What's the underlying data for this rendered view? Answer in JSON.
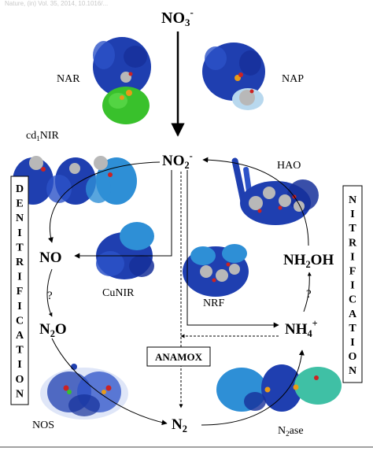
{
  "header_text": "Nature, (in) Vol. 35, 2014, 10.1016/...",
  "nodes": {
    "no3": {
      "base": "NO",
      "sub": "3",
      "sup": "-"
    },
    "no2": {
      "base": "NO",
      "sub": "2",
      "sup": "-"
    },
    "no": {
      "base": "NO"
    },
    "n2o": {
      "base": "N",
      "sub": "2",
      "rest": "O"
    },
    "n2": {
      "base": "N",
      "sub": "2"
    },
    "nh2oh": {
      "base": "NH",
      "sub": "2",
      "rest": "OH"
    },
    "nh4": {
      "base": "NH",
      "sub": "4",
      "sup": "+"
    }
  },
  "enzymes": {
    "nar": "NAR",
    "nap": "NAP",
    "cd1nir": {
      "base": "cd",
      "sub": "1",
      "rest": "NIR"
    },
    "hao": "HAO",
    "cunir": "CuNIR",
    "nrf": "NRF",
    "nos": "NOS",
    "n2ase": {
      "base": "N",
      "sub": "2",
      "rest": "ase"
    }
  },
  "anamox_label": "ANAMOX",
  "unknown_mark": "?",
  "denitrification_letters": [
    "D",
    "E",
    "N",
    "I",
    "T",
    "R",
    "I",
    "F",
    "I",
    "C",
    "A",
    "T",
    "I",
    "O",
    "N"
  ],
  "nitrification_letters": [
    "N",
    "I",
    "T",
    "R",
    "I",
    "F",
    "I",
    "C",
    "A",
    "T",
    "I",
    "O",
    "N"
  ],
  "colors": {
    "protein_dark_blue": "#1f3fb0",
    "protein_light_blue": "#2e8fd6",
    "protein_green": "#39c12c",
    "protein_teal": "#3fc0a5",
    "cofactor_grey": "#b8b8b8",
    "cofactor_red": "#cc2222",
    "cofactor_orange": "#e89a18"
  }
}
